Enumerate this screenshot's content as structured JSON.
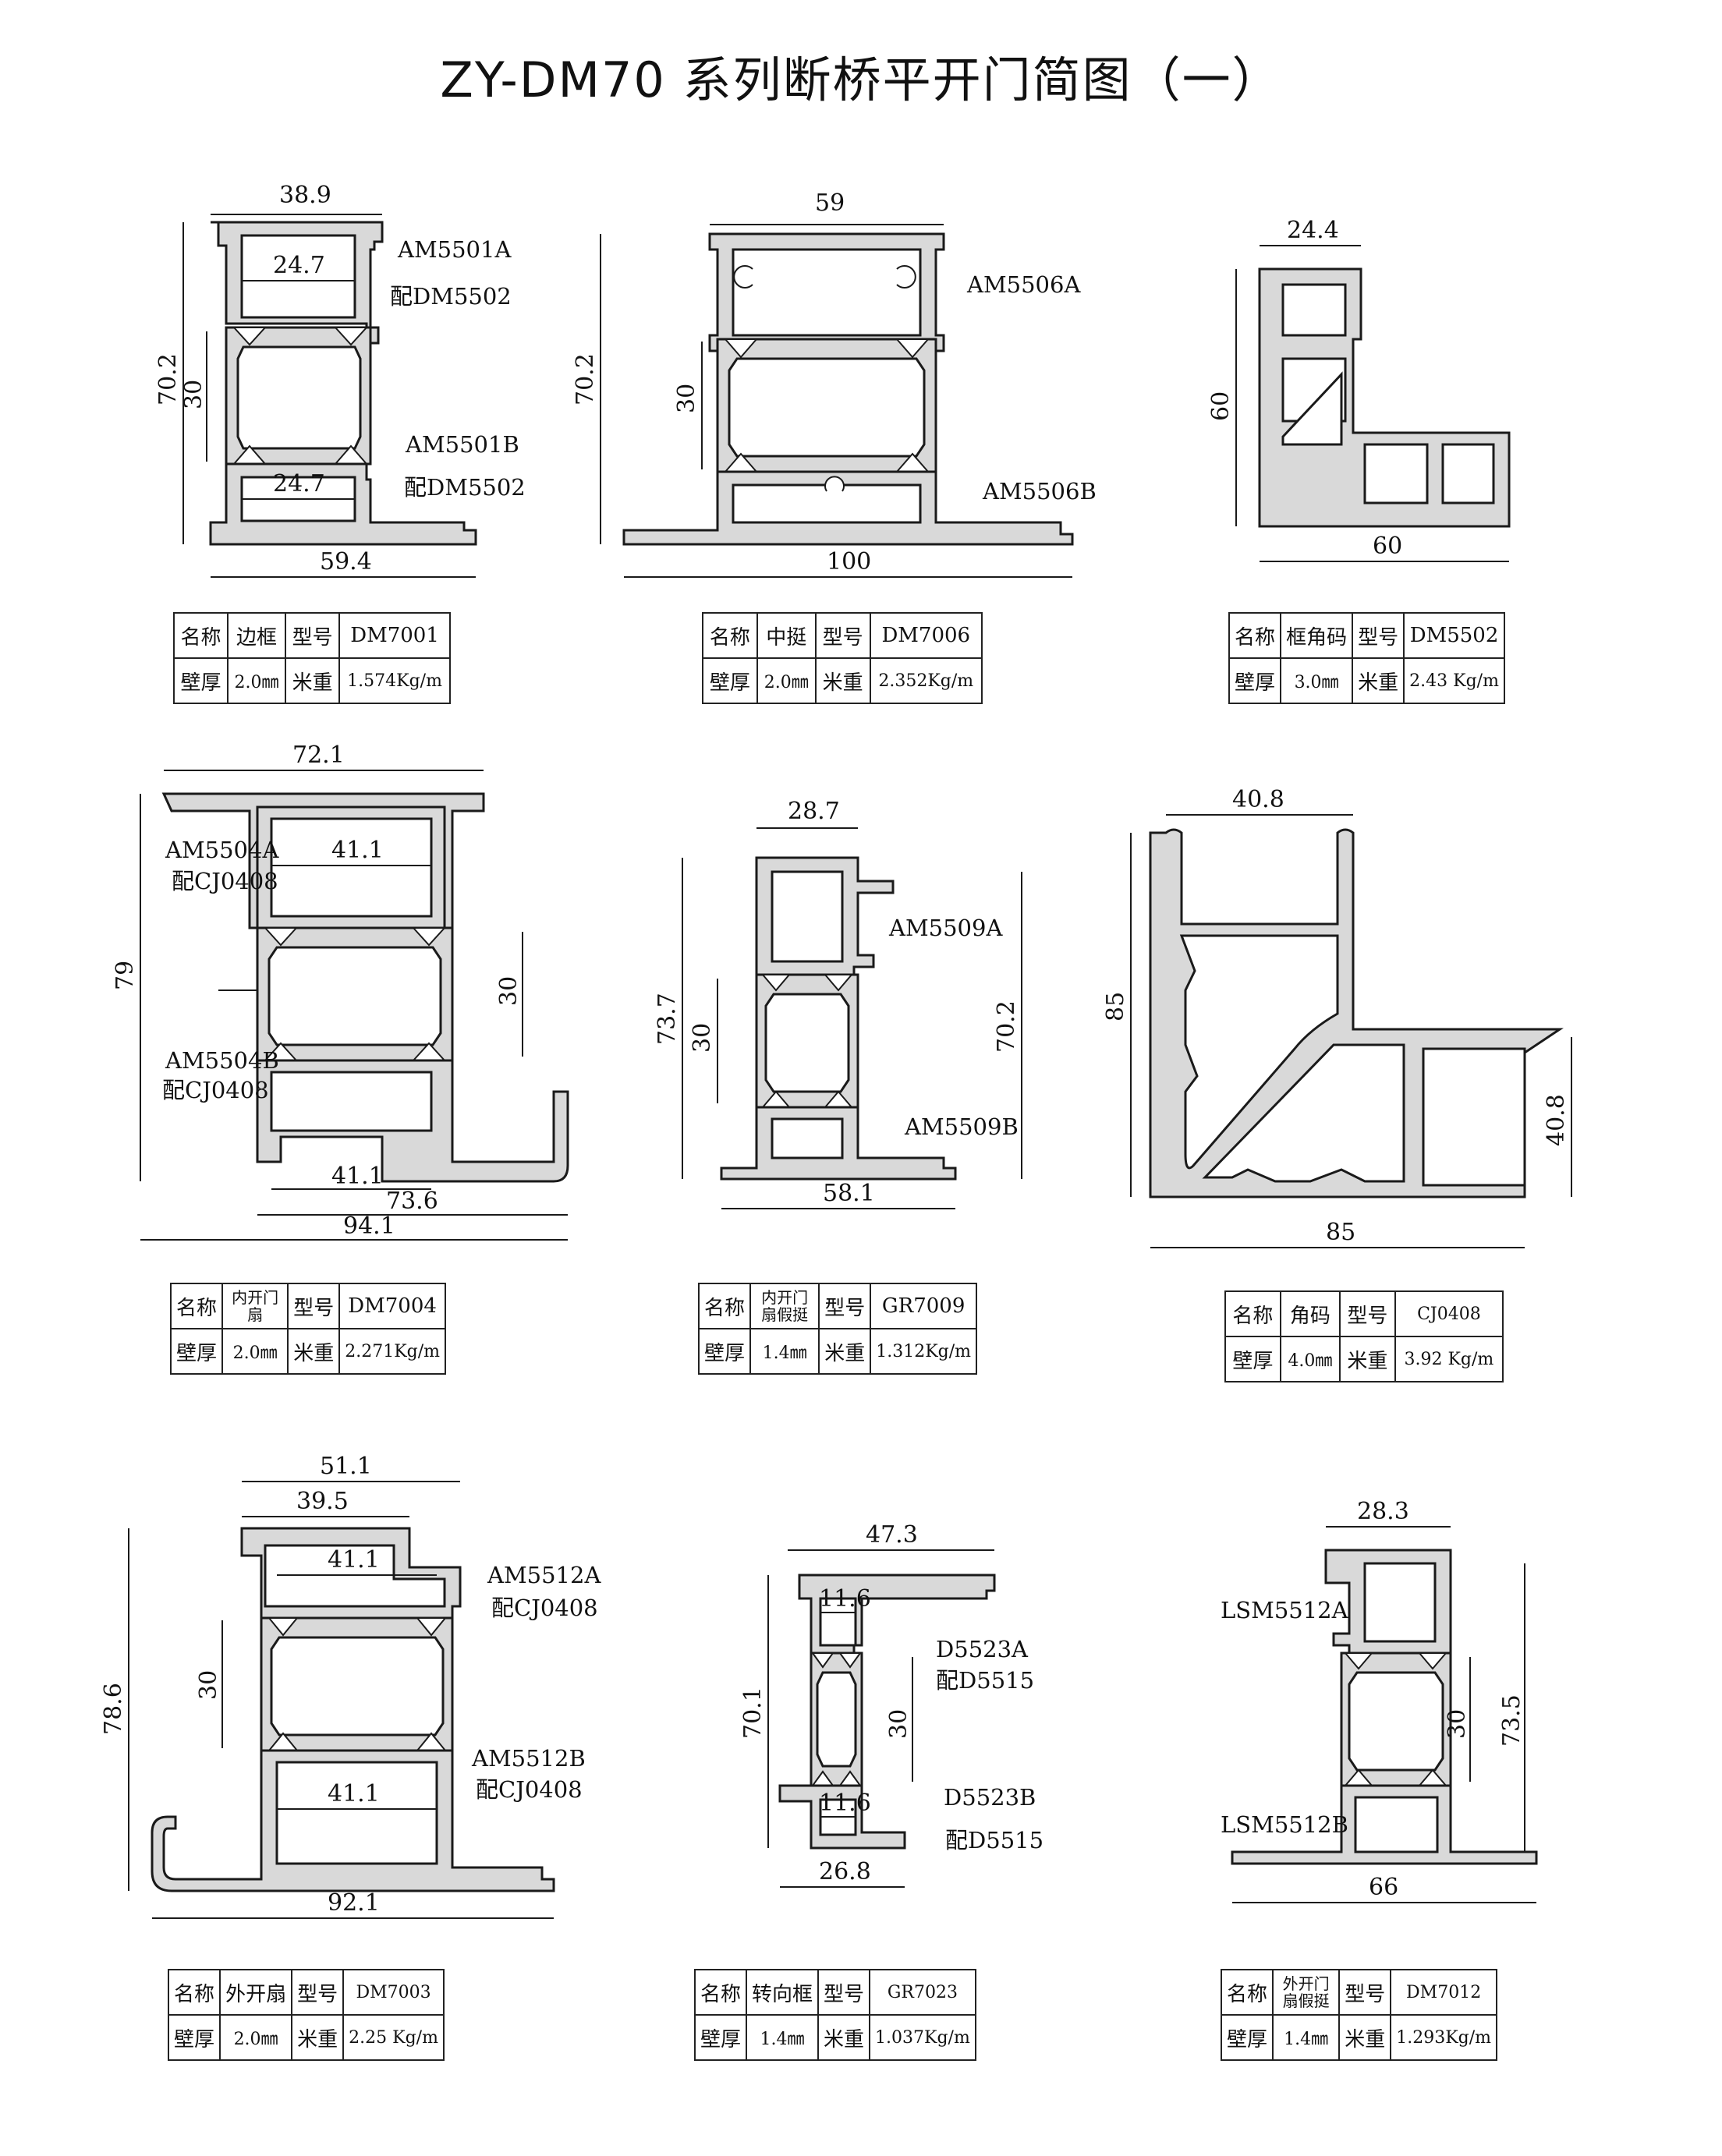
{
  "title": "ZY-DM70 系列断桥平开门简图（一）",
  "panels": [
    {
      "dims": [
        "38.9",
        "24.7",
        "70.2",
        "30",
        "24.7",
        "59.4"
      ],
      "labels": [
        "AM5501A",
        "配DM5502",
        "AM5501B",
        "配DM5502"
      ],
      "table": {
        "name_label": "名称",
        "name": "边框",
        "model_label": "型号",
        "model": "DM7001",
        "wall_label": "壁厚",
        "wall": "2.0㎜",
        "weight_label": "米重",
        "weight": "1.574Kg/m"
      }
    },
    {
      "dims": [
        "59",
        "70.2",
        "30",
        "100"
      ],
      "labels": [
        "AM5506A",
        "AM5506B"
      ],
      "table": {
        "name_label": "名称",
        "name": "中挺",
        "model_label": "型号",
        "model": "DM7006",
        "wall_label": "壁厚",
        "wall": "2.0㎜",
        "weight_label": "米重",
        "weight": "2.352Kg/m"
      }
    },
    {
      "dims": [
        "24.4",
        "60",
        "60"
      ],
      "labels": [],
      "table": {
        "name_label": "名称",
        "name": "框角码",
        "model_label": "型号",
        "model": "DM5502",
        "wall_label": "壁厚",
        "wall": "3.0㎜",
        "weight_label": "米重",
        "weight": "2.43 Kg/m"
      }
    },
    {
      "dims": [
        "72.1",
        "41.1",
        "79",
        "30",
        "41.1",
        "73.6",
        "94.1"
      ],
      "labels": [
        "AM5504A",
        "配CJ0408",
        "AM5504B",
        "配CJ0408"
      ],
      "table": {
        "name_label": "名称",
        "name": "内开门扇",
        "model_label": "型号",
        "model": "DM7004",
        "wall_label": "壁厚",
        "wall": "2.0㎜",
        "weight_label": "米重",
        "weight": "2.271Kg/m"
      }
    },
    {
      "dims": [
        "28.7",
        "73.7",
        "30",
        "70.2",
        "58.1"
      ],
      "labels": [
        "AM5509A",
        "AM5509B"
      ],
      "table": {
        "name_label": "名称",
        "name": "内开门扇假挺",
        "model_label": "型号",
        "model": "GR7009",
        "wall_label": "壁厚",
        "wall": "1.4㎜",
        "weight_label": "米重",
        "weight": "1.312Kg/m"
      }
    },
    {
      "dims": [
        "40.8",
        "85",
        "40.8",
        "85"
      ],
      "labels": [],
      "table": {
        "name_label": "名称",
        "name": "角码",
        "model_label": "型号",
        "model": "CJ0408",
        "wall_label": "壁厚",
        "wall": "4.0㎜",
        "weight_label": "米重",
        "weight": "3.92 Kg/m"
      }
    },
    {
      "dims": [
        "51.1",
        "39.5",
        "41.1",
        "30",
        "78.6",
        "41.1",
        "92.1"
      ],
      "labels": [
        "AM5512A",
        "配CJ0408",
        "AM5512B",
        "配CJ0408"
      ],
      "table": {
        "name_label": "名称",
        "name": "外开扇",
        "model_label": "型号",
        "model": "DM7003",
        "wall_label": "壁厚",
        "wall": "2.0㎜",
        "weight_label": "米重",
        "weight": "2.25 Kg/m"
      }
    },
    {
      "dims": [
        "47.3",
        "11.6",
        "70.1",
        "30",
        "11.6",
        "26.8"
      ],
      "labels": [
        "D5523A",
        "配D5515",
        "D5523B",
        "配D5515"
      ],
      "table": {
        "name_label": "名称",
        "name": "转向框",
        "model_label": "型号",
        "model": "GR7023",
        "wall_label": "壁厚",
        "wall": "1.4㎜",
        "weight_label": "米重",
        "weight": "1.037Kg/m"
      }
    },
    {
      "dims": [
        "28.3",
        "30",
        "73.5",
        "66"
      ],
      "labels": [
        "LSM5512A",
        "LSM5512B"
      ],
      "table": {
        "name_label": "名称",
        "name": "外开门扇假挺",
        "model_label": "型号",
        "model": "DM7012",
        "wall_label": "壁厚",
        "wall": "1.4㎜",
        "weight_label": "米重",
        "weight": "1.293Kg/m"
      }
    }
  ]
}
